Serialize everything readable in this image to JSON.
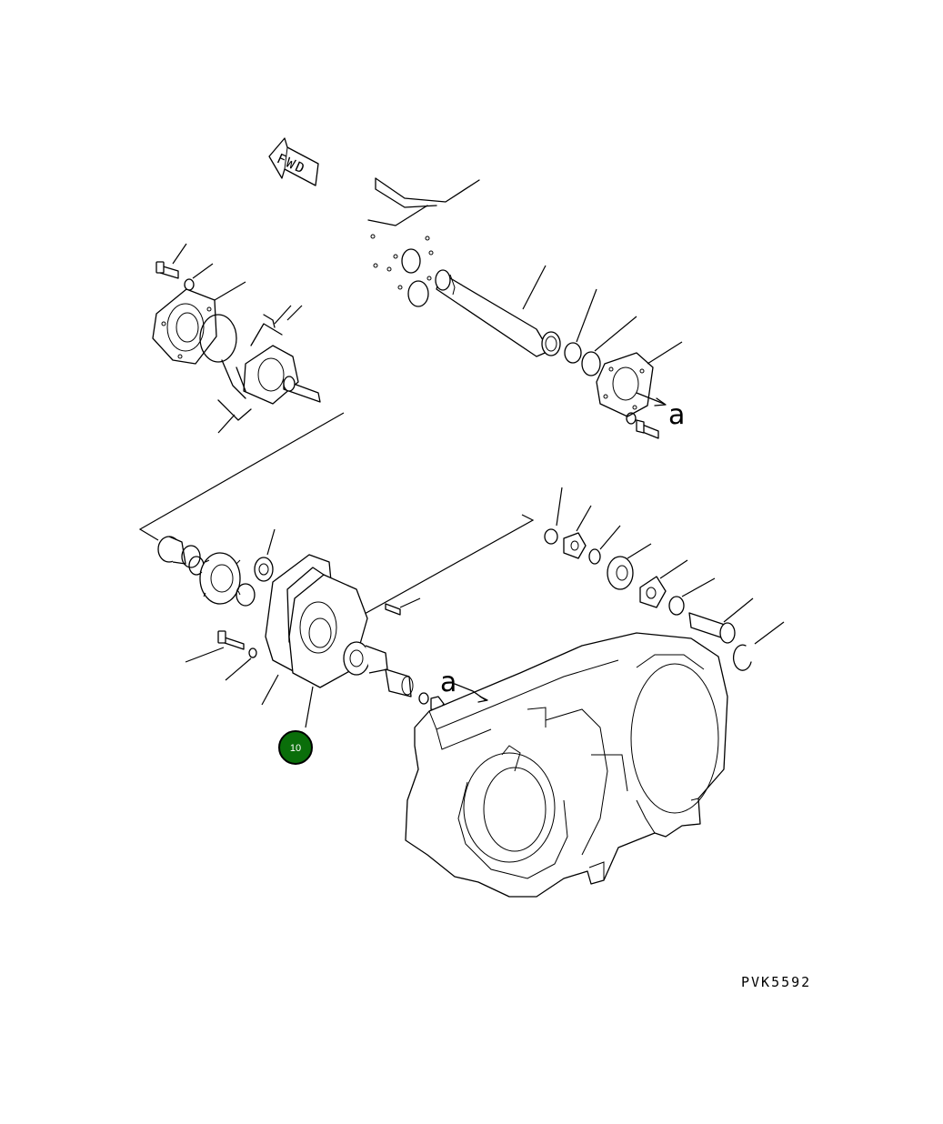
{
  "diagram": {
    "fwd_label": "FWD",
    "reference_letter_top": "a",
    "reference_letter_bottom": "a",
    "drawing_code": "PVK5592",
    "callouts": [
      {
        "number": "10",
        "color": "#0a6e0a",
        "border": "#000000"
      }
    ]
  }
}
